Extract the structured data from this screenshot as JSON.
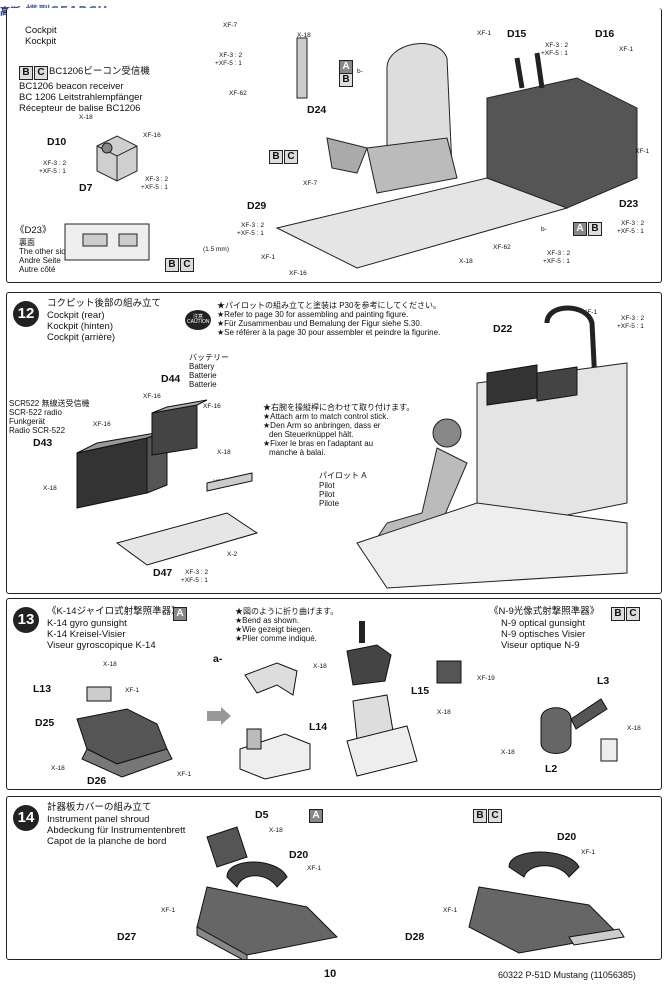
{
  "watermark": {
    "site": "模型SEARCH",
    "sub": "高斯"
  },
  "step11": {
    "title_en": "Cockpit",
    "title_de": "Kockpit",
    "bc_title_ja": "BC1206ビーコン受信機",
    "bc_en": "BC1206 beacon receiver",
    "bc_de": "BC 1206 Leitstrahlempfänger",
    "bc_fr": "Récepteur de balise BC1206",
    "d23_label": "《D23》",
    "other_ja": "裏面",
    "other_en": "The other side",
    "other_de": "Andre Seite",
    "other_fr": "Autre côté",
    "dim": "(1.5 mm)",
    "parts": [
      "D10",
      "D7",
      "D24",
      "D29",
      "D15",
      "D16",
      "D23"
    ],
    "screws": {
      "x18": "X-18",
      "xf16": "XF-16",
      "xf1": "XF-1",
      "xf7": "XF-7",
      "xf62": "XF-62",
      "mix1": "XF-3 : 2",
      "mix2": "+XF-5 : 1"
    },
    "b23": "b-"
  },
  "step12": {
    "number": "12",
    "title_ja": "コクピット後部の組み立て",
    "title_en": "Cockpit (rear)",
    "title_de": "Kockpit (hinten)",
    "title_fr": "Cockpit (arrière)",
    "caution": "注意 CAUTION",
    "notes": [
      "★パイロットの組み立てと塗装は P30を参考にしてください。",
      "★Refer to page 30 for assembling and painting figure.",
      "★Für Zusammenbau und Bemalung der Figur siehe S.30.",
      "★Se référer à la page 30 pour assembler et peindre la figurine."
    ],
    "battery_ja": "バッテリー",
    "battery_en": "Battery",
    "battery_de": "Batterie",
    "battery_fr": "Batterie",
    "radio_ja": "SCR522 無線送受信機",
    "radio_en": "SCR-522 radio",
    "radio_de": "Funkgerät",
    "radio_fr": "Radio SCR-522",
    "arm_notes": [
      "★右腕を操縦桿に合わせて取り付けます。",
      "★Attach arm to match control stick.",
      "★Den Arm so anbringen, dass er",
      "den Steuerknüppel hält.",
      "★Fixer le bras en l'adaptant au",
      "manche à balai."
    ],
    "pilot_ja": "パイロット A",
    "pilot_en": "Pilot",
    "pilot_de": "Pilot",
    "pilot_fr": "Pilote",
    "parts": [
      "D22",
      "D44",
      "D43",
      "D47"
    ],
    "x2": "X-2"
  },
  "step13": {
    "number": "13",
    "k14_ja": "《K-14ジャイロ式射撃照準器》",
    "k14_en": "K-14 gyro gunsight",
    "k14_de": "K-14 Kreisel-Visier",
    "k14_fr": "Viseur gyroscopique K-14",
    "bend": [
      "★図のように折り曲げます。",
      "★Bend as shown.",
      "★Wie gezeigt biegen.",
      "★Plier comme indiqué."
    ],
    "n9_ja": "《N-9光像式射撃照準器》",
    "n9_en": "N-9 optical gunsight",
    "n9_de": "N-9 optisches Visier",
    "n9_fr": "Viseur optique N-9",
    "parts": [
      "L13",
      "D25",
      "D26",
      "L14",
      "L15",
      "L3",
      "L2"
    ],
    "a29": "a-",
    "xf19": "XF-19"
  },
  "step14": {
    "number": "14",
    "title_ja": "計器板カバーの組み立て",
    "title_en": "Instrument panel shroud",
    "title_de": "Abdeckung für Instrumentenbrett",
    "title_fr": "Capot de la planche de bord",
    "parts": [
      "D5",
      "D20",
      "D27",
      "D20",
      "D28"
    ]
  },
  "tags": {
    "a": "A",
    "b": "B",
    "c": "C"
  },
  "footer": {
    "page": "10",
    "code": "60322  P-51D Mustang (11056385)"
  }
}
